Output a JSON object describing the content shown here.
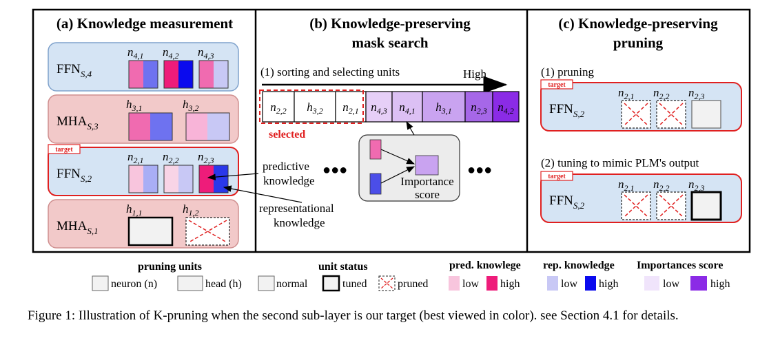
{
  "panels": {
    "a": {
      "title": "(a) Knowledge measurement"
    },
    "b": {
      "title_line1": "(b) Knowledge-preserving",
      "title_line2": "mask search"
    },
    "c": {
      "title_line1": "(c) Knowledge-preserving",
      "title_line2": "pruning"
    }
  },
  "panel_a": {
    "target_tag": "target",
    "rows": [
      {
        "module": "FFN",
        "sub": "S,4",
        "units": [
          "n",
          "n",
          "n"
        ],
        "unit_subs": [
          "4,1",
          "4,2",
          "4,3"
        ]
      },
      {
        "module": "MHA",
        "sub": "S,3",
        "units": [
          "h",
          "h"
        ],
        "unit_subs": [
          "3,1",
          "3,2"
        ]
      },
      {
        "module": "FFN",
        "sub": "S,2",
        "units": [
          "n",
          "n",
          "n"
        ],
        "unit_subs": [
          "2,1",
          "2,2",
          "2,3"
        ]
      },
      {
        "module": "MHA",
        "sub": "S,1",
        "units": [
          "h",
          "h"
        ],
        "unit_subs": [
          "1,1",
          "1,2"
        ]
      }
    ],
    "annotations": {
      "predictive_1": "predictive",
      "predictive_2": "knowledge",
      "representational_1": "representational",
      "representational_2": "knowledge"
    }
  },
  "panel_b": {
    "step1": "(1) sorting and selecting units",
    "high": "High",
    "sorted_units": [
      {
        "sym": "n",
        "sub": "2,2"
      },
      {
        "sym": "h",
        "sub": "3,2"
      },
      {
        "sym": "n",
        "sub": "2,1"
      },
      {
        "sym": "n",
        "sub": "4,3"
      },
      {
        "sym": "n",
        "sub": "4,1"
      },
      {
        "sym": "h",
        "sub": "3,1"
      },
      {
        "sym": "n",
        "sub": "2,3"
      },
      {
        "sym": "n",
        "sub": "4,2"
      }
    ],
    "selected": "selected",
    "importance_1": "Importance",
    "importance_2": "score",
    "dots": "●●●"
  },
  "panel_c": {
    "step1": "(1) pruning",
    "step2": "(2) tuning to mimic PLM's output",
    "target_tag": "target",
    "module": "FFN",
    "sub": "S,2",
    "unit_subs": [
      "2,1",
      "2,2",
      "2,3"
    ]
  },
  "legend": {
    "pruning_units": "pruning units",
    "neuron": "neuron (n)",
    "head": "head (h)",
    "unit_status": "unit status",
    "normal": "normal",
    "tuned": "tuned",
    "pruned": "pruned",
    "pred": "pred. knowlege",
    "rep": "rep. knowledge",
    "imp": "Importances score",
    "low": "low",
    "high": "high"
  },
  "caption": "Figure 1: Illustration of K-pruning when the second sub-layer is our target (best viewed in color). see Section 4.1 for details.",
  "colors": {
    "pred_low": "#f8c5dd",
    "pred_high": "#ee1c7a",
    "rep_low": "#c8c8f5",
    "rep_high": "#0a0aee",
    "imp_low": "#f0e4fb",
    "imp_high": "#8b2be6",
    "ffn_bg": "#d5e4f4",
    "mha_bg": "#f2c9c9",
    "target": "#e02020"
  }
}
